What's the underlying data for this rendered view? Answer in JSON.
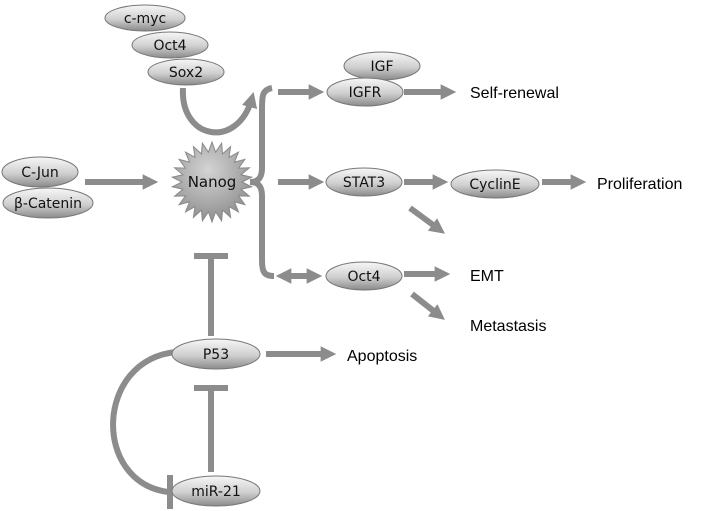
{
  "nodes": {
    "cmyc": "c-myc",
    "oct4_top": "Oct4",
    "sox2": "Sox2",
    "cjun": "C-Jun",
    "bcatenin": "β-Catenin",
    "nanog": "Nanog",
    "igf": "IGF",
    "igfr": "IGFR",
    "stat3": "STAT3",
    "cycline": "CyclinE",
    "oct4_mid": "Oct4",
    "p53": "P53",
    "mir21": "miR-21"
  },
  "outcomes": {
    "self_renewal": "Self-renewal",
    "proliferation": "Proliferation",
    "emt": "EMT",
    "metastasis": "Metastasis",
    "apoptosis": "Apoptosis"
  },
  "colors": {
    "arrow": "#8c8c8c",
    "node_fill_light": "#f2f2f2",
    "node_fill_dark": "#8a8a8a"
  }
}
